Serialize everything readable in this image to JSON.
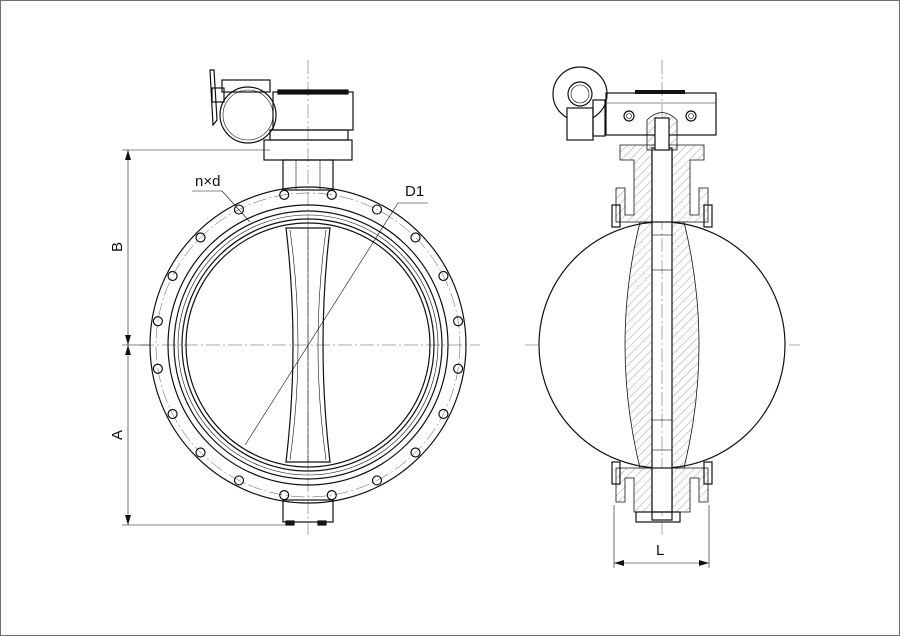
{
  "drawing": {
    "labels": {
      "bolt_holes": "n×d",
      "bolt_circle": "D1",
      "dim_top": "B",
      "dim_bottom": "A",
      "dim_length": "L"
    },
    "bolt_count": 20,
    "line_color": "#111111"
  }
}
